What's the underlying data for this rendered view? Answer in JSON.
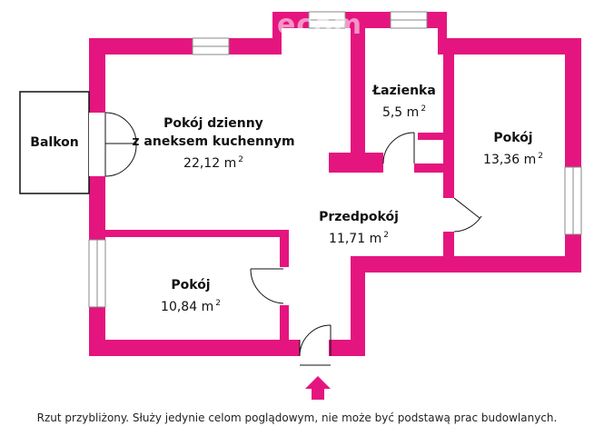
{
  "brand": {
    "logo_text": "ecom"
  },
  "rooms": {
    "balcony": {
      "name": "Balkon"
    },
    "living": {
      "name_line1": "Pokój dzienny",
      "name_line2": "z aneksem kuchennym",
      "area": "22,12 m",
      "unit_exp": "2"
    },
    "bathroom": {
      "name": "Łazienka",
      "area": "5,5 m",
      "unit_exp": "2"
    },
    "room_right": {
      "name": "Pokój",
      "area": "13,36 m",
      "unit_exp": "2"
    },
    "hall": {
      "name": "Przedpokój",
      "area": "11,71 m",
      "unit_exp": "2"
    },
    "room_bottom": {
      "name": "Pokój",
      "area": "10,84 m",
      "unit_exp": "2"
    }
  },
  "footer": {
    "note": "Rzut przybliżony. Służy jedynie celom poglądowym, nie może być podstawą prac budowlanych."
  },
  "colors": {
    "wall": "#e5157f",
    "line": "#111111",
    "background": "#ffffff"
  }
}
